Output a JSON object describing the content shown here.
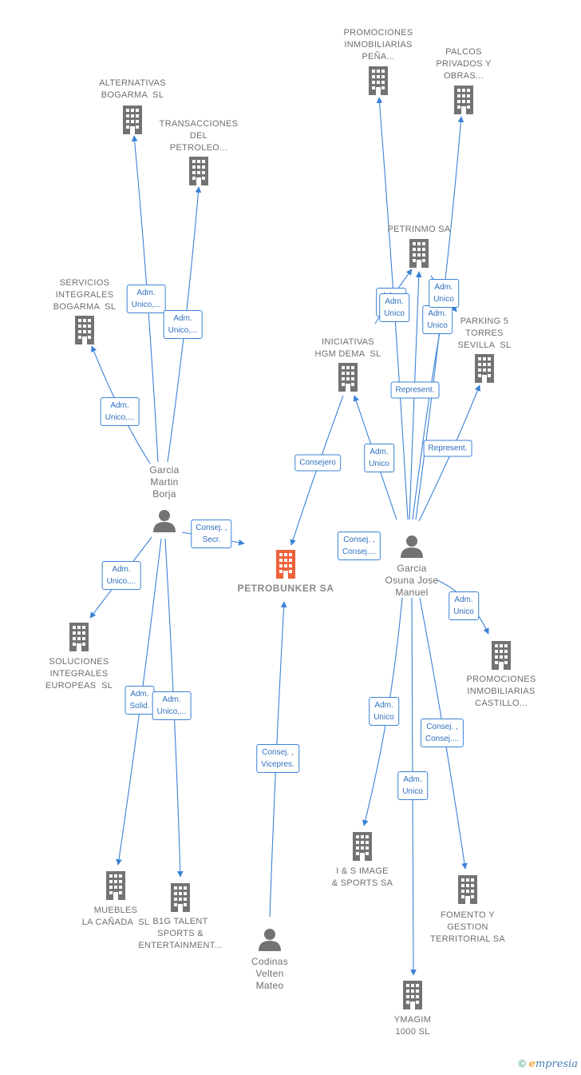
{
  "colors": {
    "edge": "#3b82d6",
    "node_icon": "#737373",
    "main_icon": "#f0623a",
    "label": "#6f6f6f"
  },
  "nodes": [
    {
      "id": "alternativas",
      "kind": "company",
      "label": "ALTERNATIVAS\nBOGARMA  SL"
    },
    {
      "id": "transacciones",
      "kind": "company",
      "label": "TRANSACCIONES\nDEL\nPETROLEO..."
    },
    {
      "id": "servicios",
      "kind": "company",
      "label": "SERVICIOS\nINTEGRALES\nBOGARMA  SL"
    },
    {
      "id": "garcia_martin",
      "kind": "person",
      "label": "Garcia\nMartin\nBorja"
    },
    {
      "id": "soluciones",
      "kind": "company",
      "label": "SOLUCIONES\nINTEGRALES\nEUROPEAS  SL"
    },
    {
      "id": "muebles",
      "kind": "company",
      "label": "MUEBLES\nLA CAÑADA  SL"
    },
    {
      "id": "b1g",
      "kind": "company",
      "label": "B1G TALENT\nSPORTS &\nENTERTAINMENT..."
    },
    {
      "id": "petrobunker",
      "kind": "main",
      "label": "PETROBUNKER SA"
    },
    {
      "id": "codinas",
      "kind": "person",
      "label": "Codinas\nVelten\nMateo"
    },
    {
      "id": "promociones_pena",
      "kind": "company",
      "label": "PROMOCIONES\nINMOBILIARIAS\nPEÑA..."
    },
    {
      "id": "palcos",
      "kind": "company",
      "label": "PALCOS\nPRIVADOS Y\nOBRAS..."
    },
    {
      "id": "petrinmo",
      "kind": "company",
      "label": "PETRINMO SA"
    },
    {
      "id": "parking",
      "kind": "company",
      "label": "PARKING 5\nTORRES\nSEVILLA  SL"
    },
    {
      "id": "iniciativas",
      "kind": "company",
      "label": "INICIATIVAS\nHGM DEMA  SL"
    },
    {
      "id": "garcia_osuna",
      "kind": "person",
      "label": "Garcia\nOsuna Jose\nManuel"
    },
    {
      "id": "promociones_castillo",
      "kind": "company",
      "label": "PROMOCIONES\nINMOBILIARIAS\nCASTILLO..."
    },
    {
      "id": "is_image",
      "kind": "company",
      "label": "I & S IMAGE\n& SPORTS SA"
    },
    {
      "id": "fomento",
      "kind": "company",
      "label": "FOMENTO Y\nGESTION\nTERRITORIAL SA"
    },
    {
      "id": "ymagim",
      "kind": "company",
      "label": "YMAGIM\n1000 SL"
    }
  ],
  "edge_labels": [
    {
      "id": "gm_alternativas",
      "text": "Adm.\nUnico,..."
    },
    {
      "id": "gm_transacciones",
      "text": "Adm.\nUnico,..."
    },
    {
      "id": "gm_servicios",
      "text": "Adm.\nUnico,..."
    },
    {
      "id": "gm_petrobunker",
      "text": "Consej. ,\nSecr."
    },
    {
      "id": "gm_soluciones",
      "text": "Adm.\nUnico,..."
    },
    {
      "id": "gm_muebles",
      "text": "Adm.\nSolid."
    },
    {
      "id": "gm_b1g",
      "text": "Adm.\nUnico,..."
    },
    {
      "id": "cod_petrobunker",
      "text": "Consej. ,\nVicepres."
    },
    {
      "id": "ini_petrobunker",
      "text": "Consejero"
    },
    {
      "id": "go_iniciativas",
      "text": "Adm.\nUnico"
    },
    {
      "id": "go_petrinmo_a",
      "text": "Adm.\nUnico"
    },
    {
      "id": "go_petrinmo_b",
      "text": "Adm.\nUnico"
    },
    {
      "id": "go_petrinmo_c",
      "text": "Adm.\nUnico"
    },
    {
      "id": "go_petrinmo_d",
      "text": "Adm.\nUnico"
    },
    {
      "id": "go_promociones_pena",
      "text": "Represent."
    },
    {
      "id": "go_parking",
      "text": "Represent."
    },
    {
      "id": "go_petrobunker",
      "text": "Consej. ,\nConsej...."
    },
    {
      "id": "go_castillo",
      "text": "Adm.\nUnico"
    },
    {
      "id": "go_is_image",
      "text": "Adm.\nUnico"
    },
    {
      "id": "go_fomento",
      "text": "Consej. ,\nConsej...."
    },
    {
      "id": "go_ymagim",
      "text": "Adm.\nUnico"
    }
  ],
  "footer": {
    "copyright": "©",
    "brand_initial": "e",
    "brand_rest": "mpresia"
  }
}
